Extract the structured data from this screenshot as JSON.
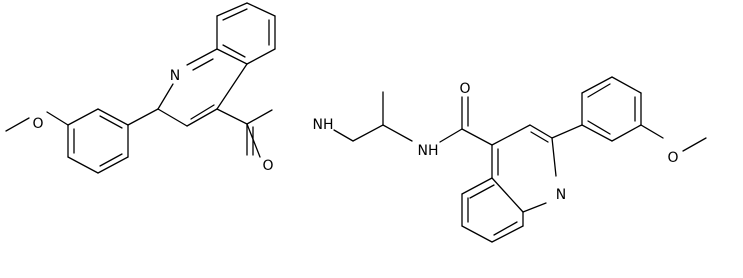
{
  "molecule": {
    "atom_labels": {
      "n_left_ring": "N",
      "n_right_ring": "N",
      "nh_left": "NH",
      "nh_right": "NH",
      "o_left_amide": "O",
      "o_right_amide": "O",
      "o_left_methoxy": "O",
      "o_right_methoxy": "O"
    }
  }
}
